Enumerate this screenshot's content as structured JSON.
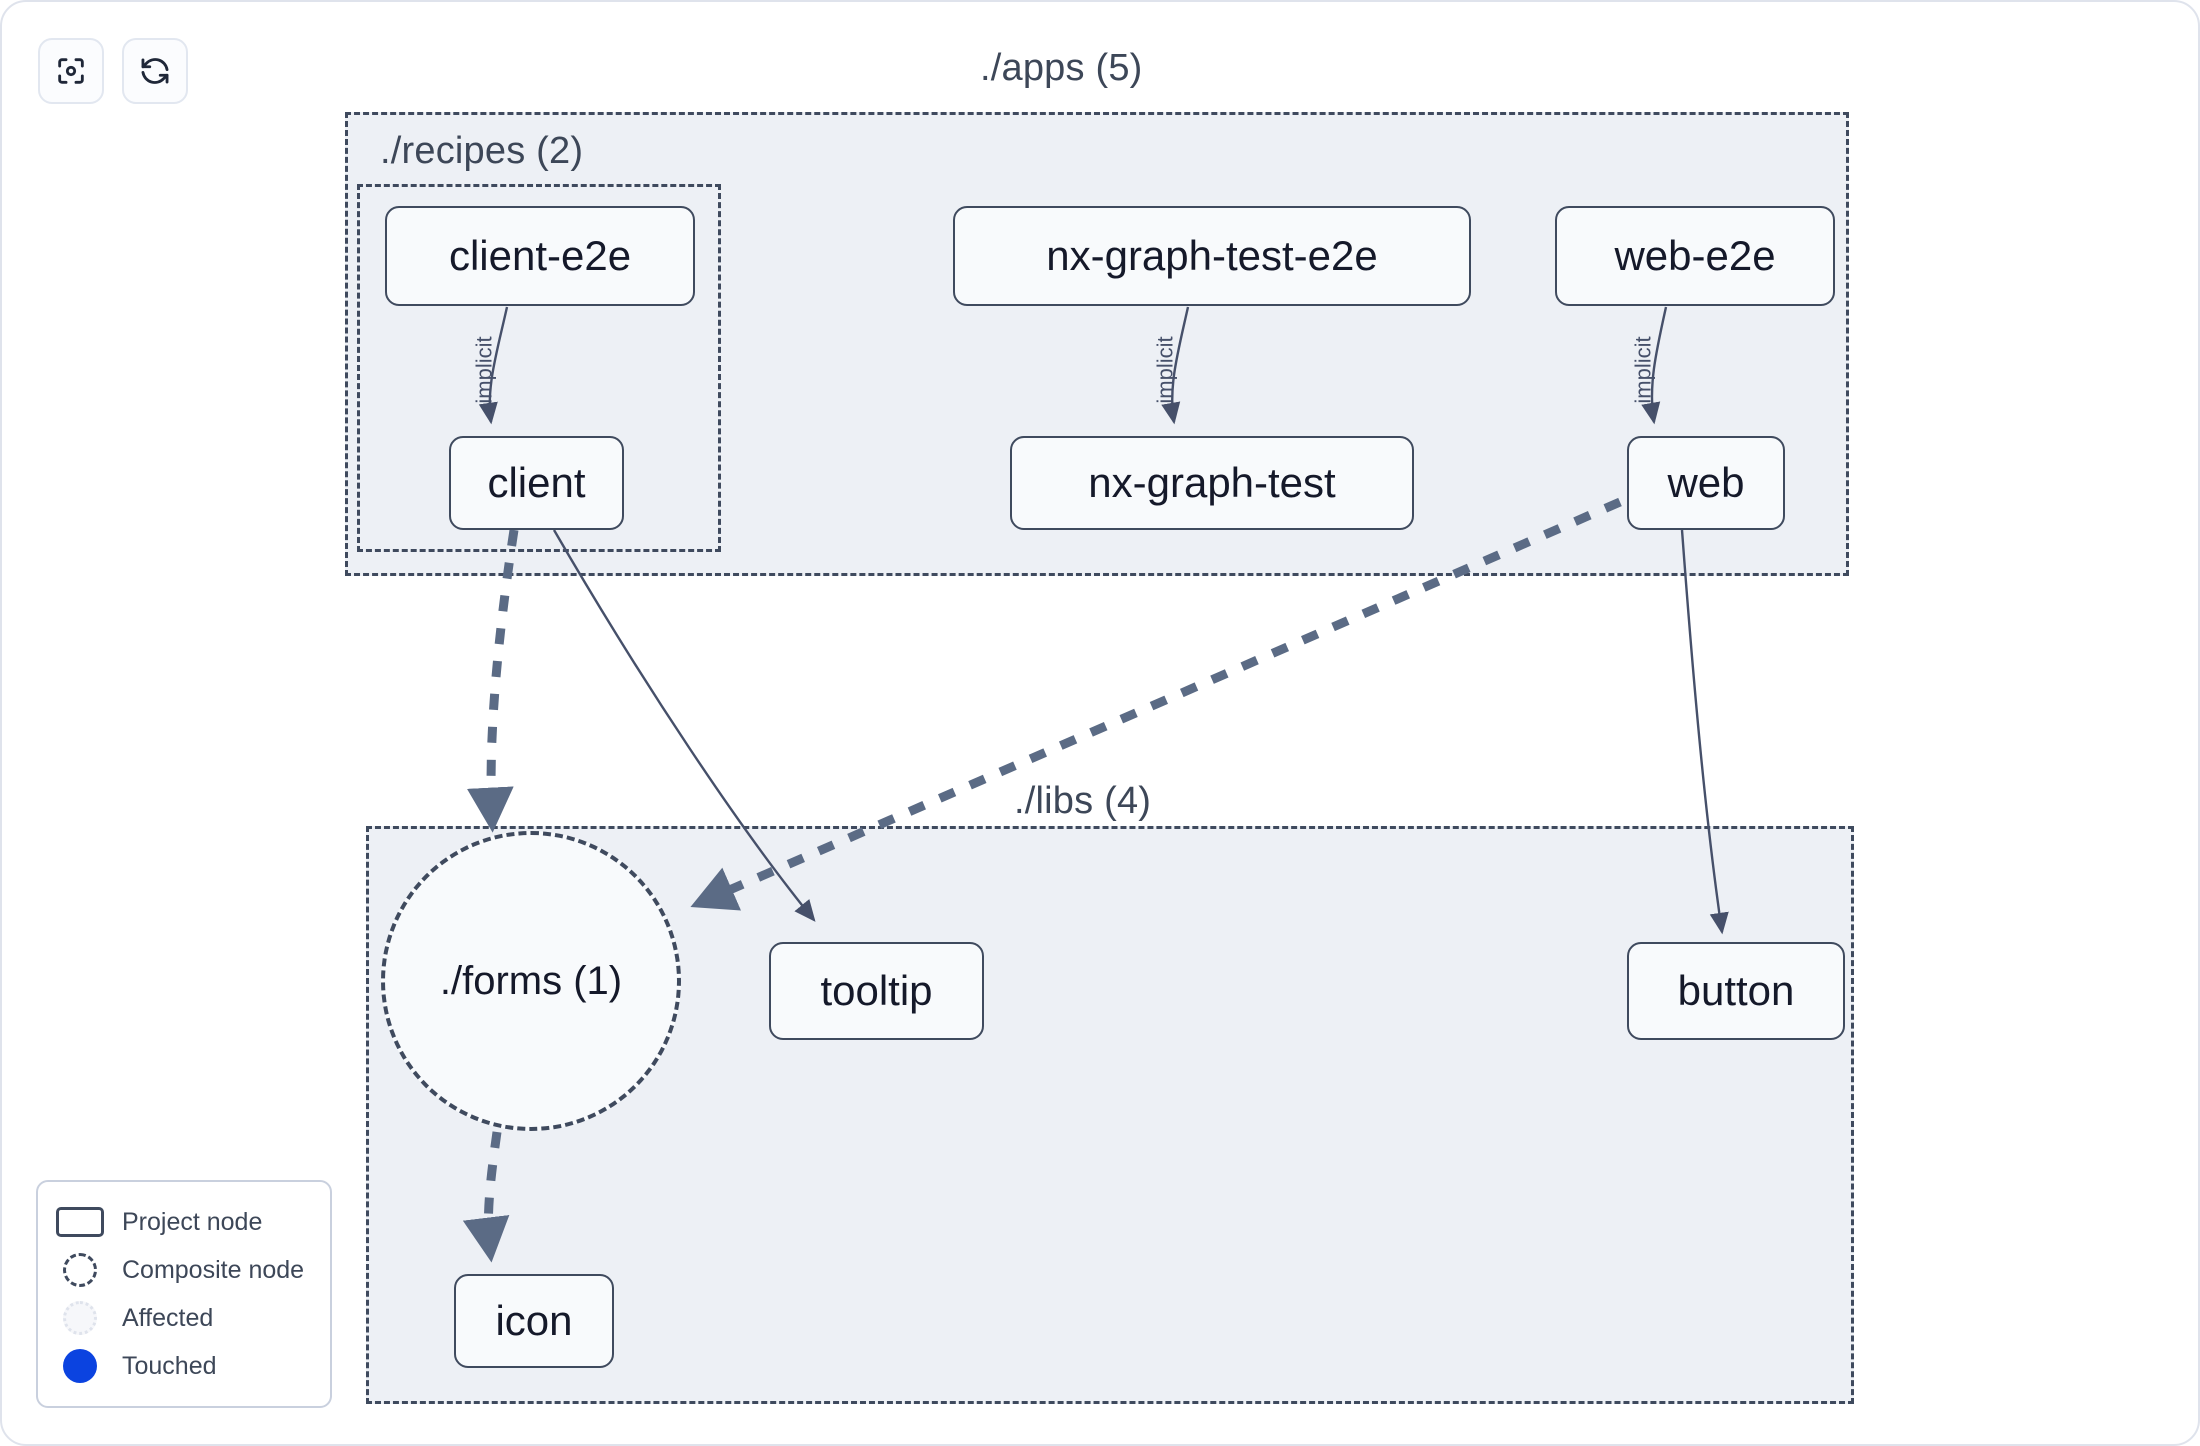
{
  "toolbar": {
    "buttons": [
      {
        "name": "focus-graph-button",
        "icon": "focus-target-icon",
        "label": "Focus graph"
      },
      {
        "name": "refresh-graph-button",
        "icon": "refresh-icon",
        "label": "Refresh graph"
      }
    ]
  },
  "graph": {
    "groups": [
      {
        "id": "apps",
        "label": "./apps (5)",
        "count": 5
      },
      {
        "id": "recipes",
        "label": "./recipes (2)",
        "count": 2
      },
      {
        "id": "libs",
        "label": "./libs (4)",
        "count": 4
      }
    ],
    "nodes": [
      {
        "id": "client-e2e",
        "label": "client-e2e",
        "type": "project",
        "group": "recipes"
      },
      {
        "id": "client",
        "label": "client",
        "type": "project",
        "group": "recipes"
      },
      {
        "id": "nx-graph-test-e2e",
        "label": "nx-graph-test-e2e",
        "type": "project",
        "group": "apps"
      },
      {
        "id": "nx-graph-test",
        "label": "nx-graph-test",
        "type": "project",
        "group": "apps"
      },
      {
        "id": "web-e2e",
        "label": "web-e2e",
        "type": "project",
        "group": "apps"
      },
      {
        "id": "web",
        "label": "web",
        "type": "project",
        "group": "apps"
      },
      {
        "id": "forms",
        "label": "./forms (1)",
        "type": "composite",
        "group": "libs"
      },
      {
        "id": "tooltip",
        "label": "tooltip",
        "type": "project",
        "group": "libs"
      },
      {
        "id": "button",
        "label": "button",
        "type": "project",
        "group": "libs"
      },
      {
        "id": "icon",
        "label": "icon",
        "type": "project",
        "group": "libs"
      }
    ],
    "edges": [
      {
        "from": "client-e2e",
        "to": "client",
        "label": "implicit",
        "style": "solid"
      },
      {
        "from": "nx-graph-test-e2e",
        "to": "nx-graph-test",
        "label": "implicit",
        "style": "solid"
      },
      {
        "from": "web-e2e",
        "to": "web",
        "label": "implicit",
        "style": "solid"
      },
      {
        "from": "client",
        "to": "forms",
        "label": "",
        "style": "dashed"
      },
      {
        "from": "client",
        "to": "tooltip",
        "label": "",
        "style": "solid"
      },
      {
        "from": "web",
        "to": "forms",
        "label": "",
        "style": "dashed"
      },
      {
        "from": "web",
        "to": "button",
        "label": "",
        "style": "solid"
      },
      {
        "from": "forms",
        "to": "icon",
        "label": "",
        "style": "dashed"
      }
    ]
  },
  "legend": {
    "items": [
      {
        "key": "project",
        "label": "Project node"
      },
      {
        "key": "composite",
        "label": "Composite node"
      },
      {
        "key": "affected",
        "label": "Affected"
      },
      {
        "key": "touched",
        "label": "Touched"
      }
    ]
  },
  "colors": {
    "canvas": "#ffffff",
    "group_fill": "#edf0f5",
    "group_border": "#3f4a5e",
    "node_fill": "#f8fafc",
    "node_border": "#3f4a5e",
    "node_text": "#15192a",
    "edge": "#5b6b85",
    "edge_thin": "#46506a",
    "touched": "#0b43e0",
    "label_text": "#3d4758"
  }
}
